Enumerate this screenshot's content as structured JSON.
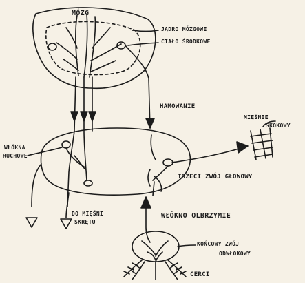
{
  "labels": {
    "brain": "MÓZG",
    "brain_nucleus": "JĄDRO MÓZGOWE",
    "central_body": "CIAŁO ŚRODKOWE",
    "inhibition": "HAMOWANIE",
    "muscle_right": "MIĘŚNIE",
    "muscle_right_2": "SKOKOWY",
    "fiber_left": "WŁÓKNA",
    "fiber_left_2": "RUCHOWE",
    "to_muscles": "DO MIĘŚNI",
    "to_muscles_2": "SKRĘTU",
    "ganglion": "TRZECI ZWÓJ GŁOWOWY",
    "giant_fiber": "WŁÓKNO OLBRZYMIE",
    "terminal_ganglion": "KOŃCOWY ZWÓJ",
    "terminal_ganglion_2": "ODWŁOKOWY",
    "cerci": "CERCI"
  },
  "colors": {
    "ink": "#1c1c1c",
    "paper": "#f6f1e6"
  }
}
